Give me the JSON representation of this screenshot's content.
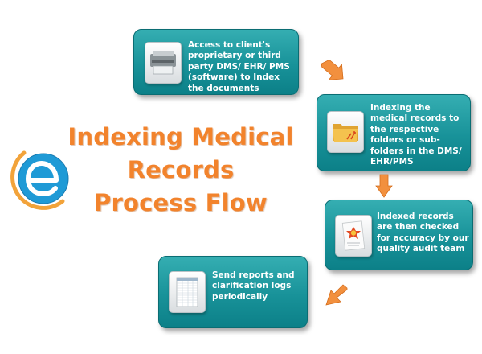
{
  "title": {
    "line1": "Indexing Medical",
    "line2": "Records",
    "line3": "Process Flow"
  },
  "logo": {
    "icon": "e-logo-icon",
    "colors": [
      "#1f9ad6",
      "#f2a33a"
    ]
  },
  "steps": [
    {
      "text": "Access to client's proprietary or third party DMS/ EHR/ PMS (software) to Index the documents",
      "icon": "scanner-icon"
    },
    {
      "text": "Indexing the medical records to the respective folders or sub-folders in the DMS/ EHR/PMS",
      "icon": "folder-icon"
    },
    {
      "text": "Indexed records are then checked for accuracy by our quality audit team",
      "icon": "certificate-icon"
    },
    {
      "text": "Send reports and clarification logs periodically",
      "icon": "spreadsheet-icon"
    }
  ],
  "colors": {
    "box": "#189299",
    "title": "#f2832c",
    "arrow": "#f2903e"
  }
}
